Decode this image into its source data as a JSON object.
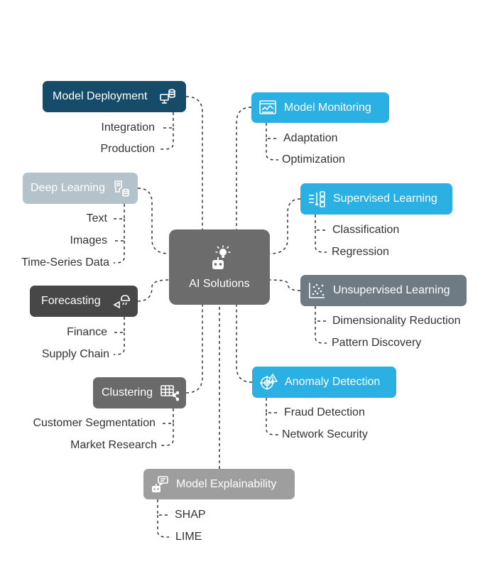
{
  "center": {
    "label": "AI Solutions",
    "icon": "robot-lightbulb-icon"
  },
  "nodes": {
    "model_deployment": {
      "label": "Model Deployment",
      "icon": "computer-database-icon",
      "color": "#174b6a",
      "children": [
        "Integration",
        "Production"
      ]
    },
    "model_monitoring": {
      "label": "Model Monitoring",
      "icon": "monitor-chart-icon",
      "color": "#2ab0e3",
      "children": [
        "Adaptation",
        "Optimization"
      ]
    },
    "deep_learning": {
      "label": "Deep Learning",
      "icon": "brain-database-icon",
      "color": "#b4c3cb",
      "children": [
        "Text",
        "Images",
        "Time-Series Data"
      ]
    },
    "supervised_learning": {
      "label": "Supervised Learning",
      "icon": "sorted-list-icon",
      "color": "#2ab0e3",
      "children": [
        "Classification",
        "Regression"
      ]
    },
    "forecasting": {
      "label": "Forecasting",
      "icon": "weather-forecast-icon",
      "color": "#474747",
      "children": [
        "Finance",
        "Supply Chain"
      ]
    },
    "unsupervised_learning": {
      "label": "Unsupervised Learning",
      "icon": "scatter-plot-icon",
      "color": "#6e7b85",
      "children": [
        "Dimensionality Reduction",
        "Pattern Discovery"
      ]
    },
    "clustering": {
      "label": "Clustering",
      "icon": "table-share-icon",
      "color": "#6a6a6a",
      "children": [
        "Customer Segmentation",
        "Market Research"
      ]
    },
    "anomaly_detection": {
      "label": "Anomaly Detection",
      "icon": "target-warning-icon",
      "color": "#2ab0e3",
      "children": [
        "Fraud Detection",
        "Network Security"
      ]
    },
    "model_explainability": {
      "label": "Model Explainability",
      "icon": "robot-speech-icon",
      "color": "#9e9e9e",
      "children": [
        "SHAP",
        "LIME"
      ]
    }
  }
}
